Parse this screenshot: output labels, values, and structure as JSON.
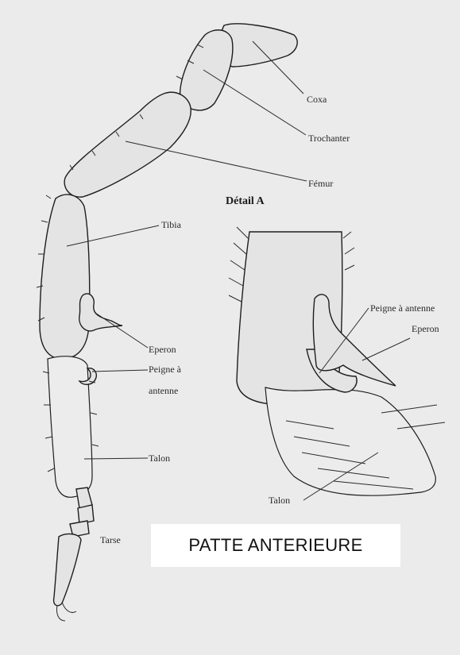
{
  "leg_labels": {
    "coxa": "Coxa",
    "trochanter": "Trochanter",
    "femur": "Fémur",
    "tibia": "Tibia",
    "eperon": "Eperon",
    "peigne_line1": "Peigne à",
    "peigne_line2": "antenne",
    "talon": "Talon",
    "tarse": "Tarse"
  },
  "detail": {
    "title": "Détail A",
    "peigne": "Peigne à antenne",
    "eperon": "Eperon",
    "talon": "Talon"
  },
  "banner": "PATTE ANTERIEURE"
}
